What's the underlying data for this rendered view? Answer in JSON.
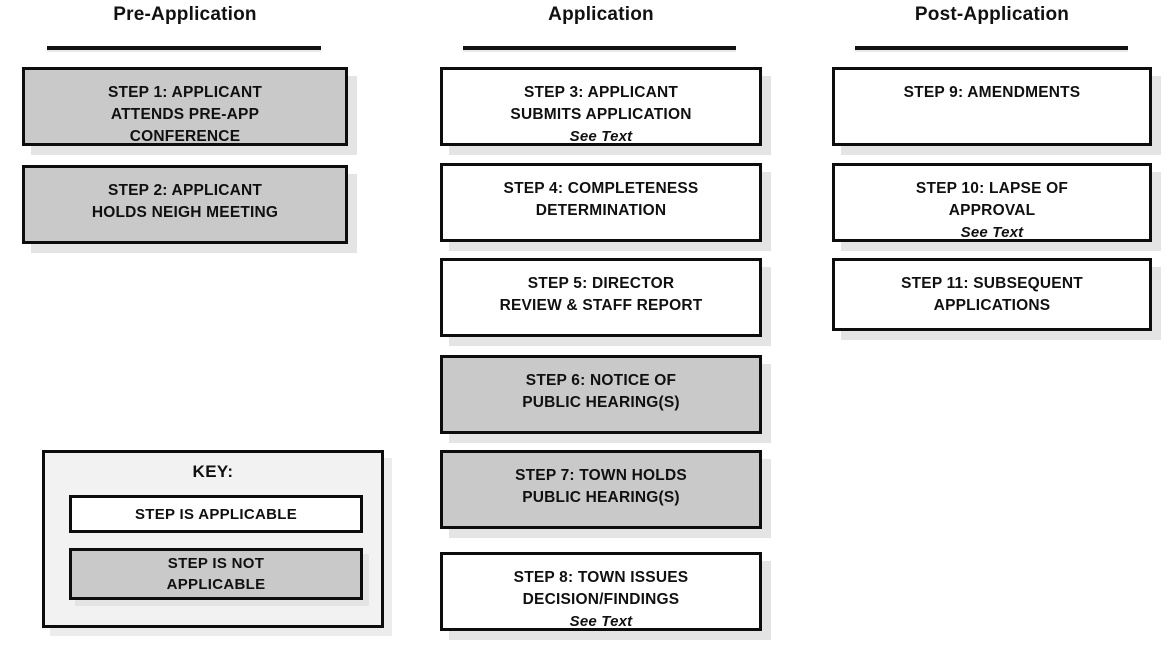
{
  "diagram": {
    "title": "Development Review Process Flowchart",
    "colors": {
      "applicable_fill": "#ffffff",
      "not_applicable_fill": "#c9c9c9",
      "border": "#0d0d0d",
      "shadow": "#e4e4e4",
      "text": "#101010"
    }
  },
  "columns": [
    {
      "id": "pre-application",
      "title": "Pre-Application",
      "steps": [
        {
          "id": "step-1",
          "lines": [
            "STEP 1:  APPLICANT",
            "ATTENDS PRE-APP",
            "CONFERENCE"
          ],
          "note": "",
          "state": "not-applicable"
        },
        {
          "id": "step-2",
          "lines": [
            "STEP 2:  APPLICANT",
            "HOLDS NEIGH MEETING"
          ],
          "note": "",
          "state": "not-applicable"
        }
      ]
    },
    {
      "id": "application",
      "title": "Application",
      "steps": [
        {
          "id": "step-3",
          "lines": [
            "STEP 3:  APPLICANT",
            "SUBMITS APPLICATION"
          ],
          "note": "See Text",
          "state": "applicable"
        },
        {
          "id": "step-4",
          "lines": [
            "STEP 4:  COMPLETENESS",
            "DETERMINATION"
          ],
          "note": "",
          "state": "applicable"
        },
        {
          "id": "step-5",
          "lines": [
            "STEP 5:  DIRECTOR",
            "REVIEW & STAFF REPORT"
          ],
          "note": "",
          "state": "applicable"
        },
        {
          "id": "step-6",
          "lines": [
            "STEP 6:  NOTICE OF",
            "PUBLIC HEARING(S)"
          ],
          "note": "",
          "state": "not-applicable"
        },
        {
          "id": "step-7",
          "lines": [
            "STEP 7:  TOWN HOLDS",
            "PUBLIC HEARING(S)"
          ],
          "note": "",
          "state": "not-applicable"
        },
        {
          "id": "step-8",
          "lines": [
            "STEP 8:  TOWN ISSUES",
            "DECISION/FINDINGS"
          ],
          "note": "See Text",
          "state": "applicable"
        }
      ]
    },
    {
      "id": "post-application",
      "title": "Post-Application",
      "steps": [
        {
          "id": "step-9",
          "lines": [
            "STEP 9: AMENDMENTS"
          ],
          "note": "",
          "state": "applicable"
        },
        {
          "id": "step-10",
          "lines": [
            "STEP 10:  LAPSE OF",
            "APPROVAL"
          ],
          "note": "See Text",
          "state": "applicable"
        },
        {
          "id": "step-11",
          "lines": [
            "STEP 11: SUBSEQUENT",
            "APPLICATIONS"
          ],
          "note": "",
          "state": "applicable"
        }
      ]
    }
  ],
  "key": {
    "title": "KEY:",
    "samples": [
      {
        "id": "key-applicable",
        "lines": [
          "STEP IS APPLICABLE"
        ],
        "state": "applicable"
      },
      {
        "id": "key-not-applicable",
        "lines": [
          "STEP IS NOT",
          "APPLICABLE"
        ],
        "state": "not-applicable"
      }
    ]
  }
}
